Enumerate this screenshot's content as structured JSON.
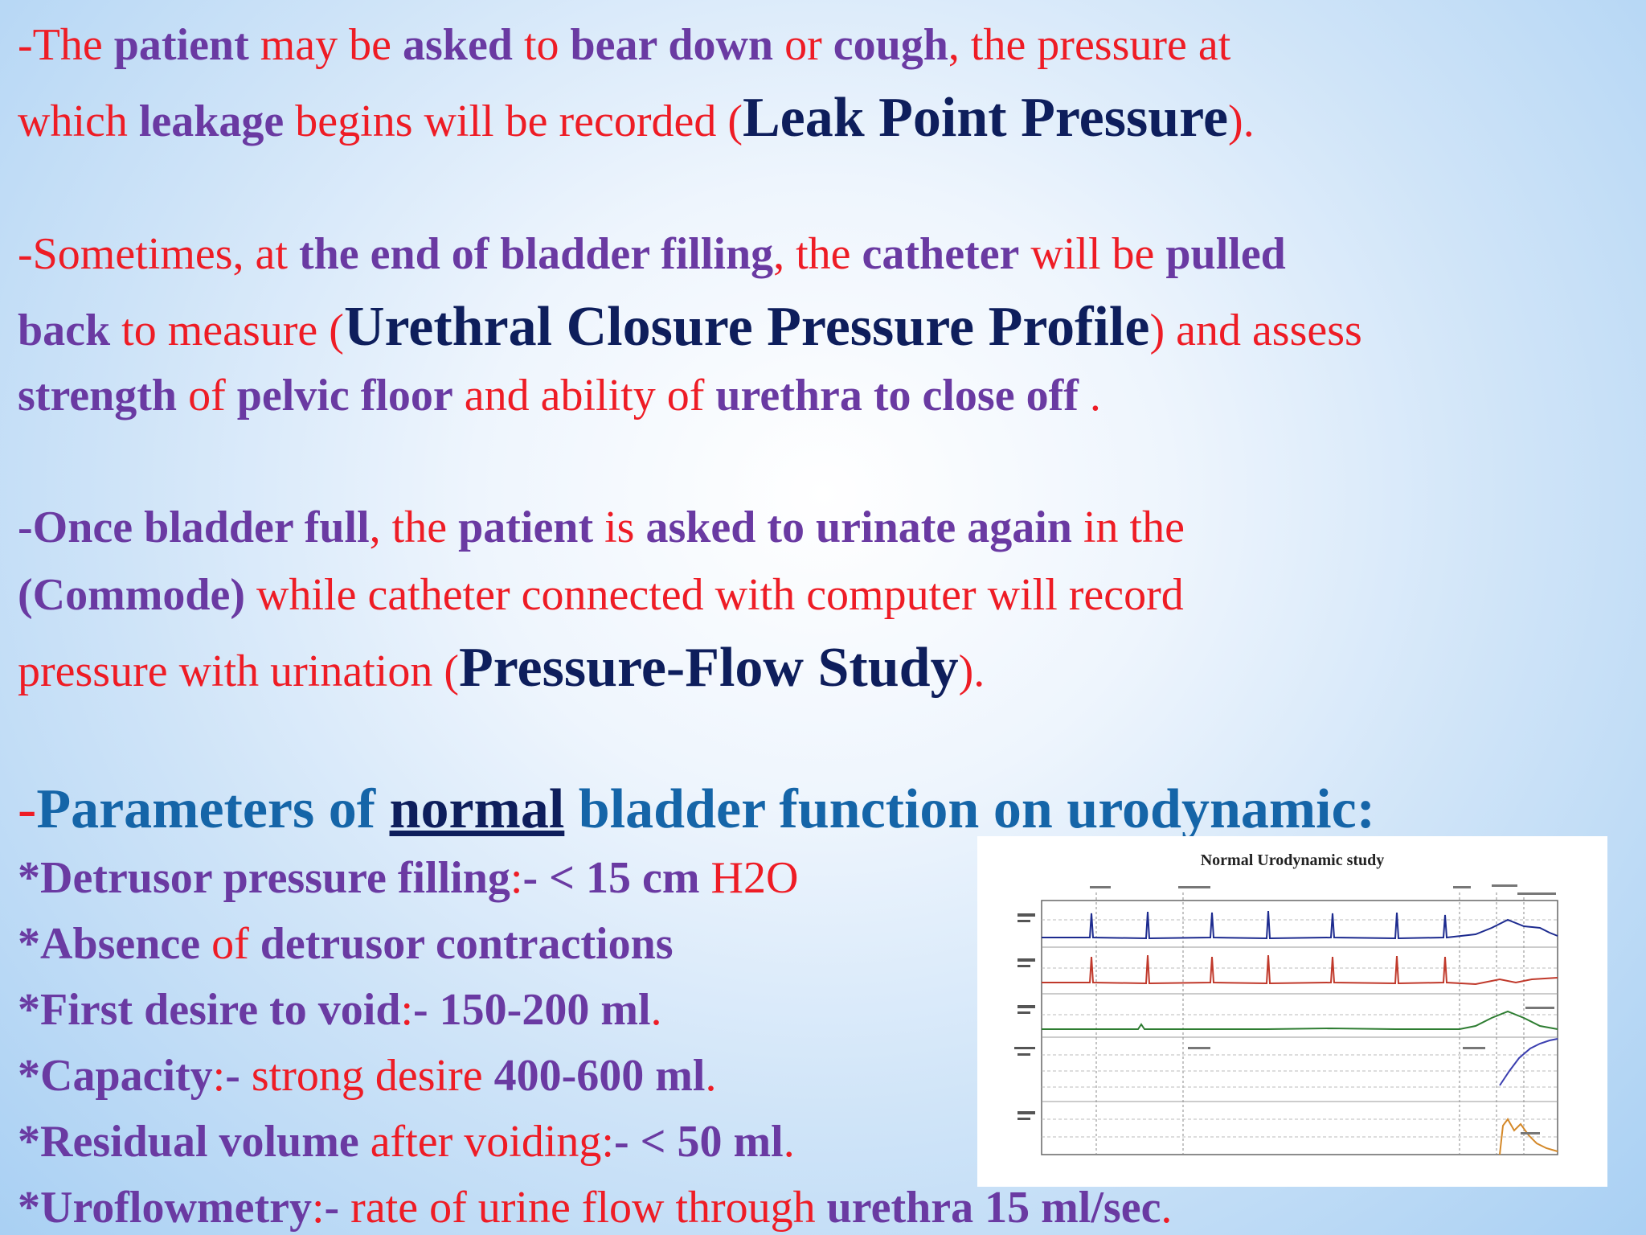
{
  "slide": {
    "p1": {
      "l1": [
        "-The ",
        "patient",
        " may be ",
        "asked",
        " to ",
        "bear down",
        " or ",
        "cough",
        ", the pressure at"
      ],
      "l2": [
        "which ",
        "leakage",
        " begins will be recorded (",
        "Leak Point Pressure",
        ")."
      ]
    },
    "p2": {
      "l1": [
        "-Sometimes, at ",
        "the end of bladder filling",
        ", the ",
        "catheter",
        " will be ",
        "pulled"
      ],
      "l2": [
        "back",
        " to measure (",
        "Urethral Closure Pressure Profile",
        ") and assess"
      ],
      "l3": [
        "strength",
        " of ",
        "pelvic floor",
        " and ability of ",
        "urethra to close off",
        " ."
      ]
    },
    "p3": {
      "l1": [
        "-Once bladder full",
        ", the ",
        "patient",
        " is ",
        "asked to urinate again",
        " in the"
      ],
      "l2": [
        "(Commode)",
        " while catheter connected with computer  will record"
      ],
      "l3": [
        "pressure with urination (",
        "Pressure-Flow Study",
        ")."
      ]
    },
    "heading": [
      "-",
      "Parameters of ",
      "normal",
      " bladder function on urodynamic:"
    ],
    "params": [
      [
        "*Detrusor pressure filling",
        ":",
        "- < 15 cm ",
        "H2O"
      ],
      [
        "*Absence",
        " of ",
        "detrusor contractions"
      ],
      [
        "*First desire to void",
        ":",
        "- 150-200 ml",
        "."
      ],
      [
        "*Capacity",
        ":",
        "- ",
        "strong desire ",
        "400-600 ml",
        "."
      ],
      [
        "*Residual volume",
        " after voiding:",
        "- < 50 ml",
        "."
      ],
      [
        "*Uroflowmetry",
        ":",
        "- ",
        "rate of urine flow through ",
        "urethra 15 ml/sec",
        "."
      ]
    ],
    "figure": {
      "title": "Normal Urodynamic study",
      "trace_colors": [
        "#1d2b8f",
        "#c0392b",
        "#2e7d32",
        "#3b3fb0",
        "#d4892a"
      ]
    }
  }
}
